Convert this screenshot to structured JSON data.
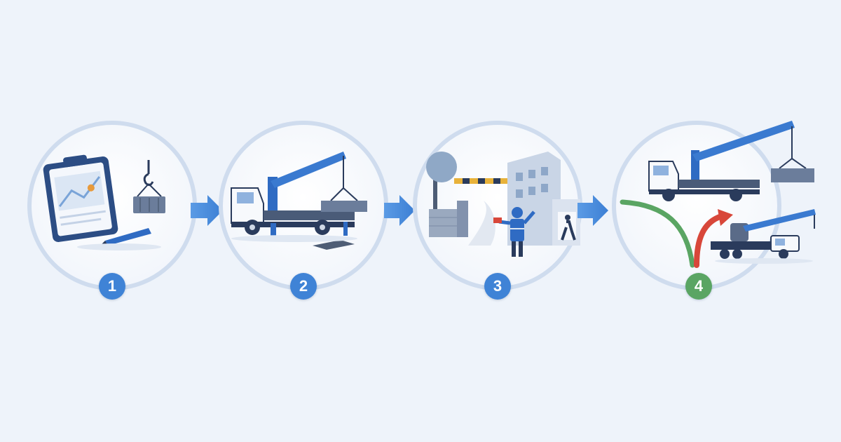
{
  "steps": [
    {
      "number": "1",
      "icons": [
        "clipboard-icon",
        "crane-hook-icon",
        "pen-icon"
      ],
      "badge_color": "#3f83d6"
    },
    {
      "number": "2",
      "icons": [
        "crane-truck-icon",
        "load-icon",
        "outrigger-pad-icon"
      ],
      "badge_color": "#3f83d6"
    },
    {
      "number": "3",
      "icons": [
        "barrier-gate-icon",
        "building-icon",
        "worker-signaler-icon",
        "pedestrian-icon",
        "wall-icon",
        "tree-icon"
      ],
      "badge_color": "#3f83d6"
    },
    {
      "number": "4",
      "icons": [
        "crane-truck-icon",
        "mobile-crane-icon",
        "alternative-route-arrow-icon"
      ],
      "badge_color": "#5aa563"
    }
  ],
  "colors": {
    "background": "#eef3fa",
    "accent_blue": "#3f83d6",
    "dark_navy": "#2a3b5c",
    "success_green": "#5aa563",
    "alert_red": "#d8473a"
  }
}
